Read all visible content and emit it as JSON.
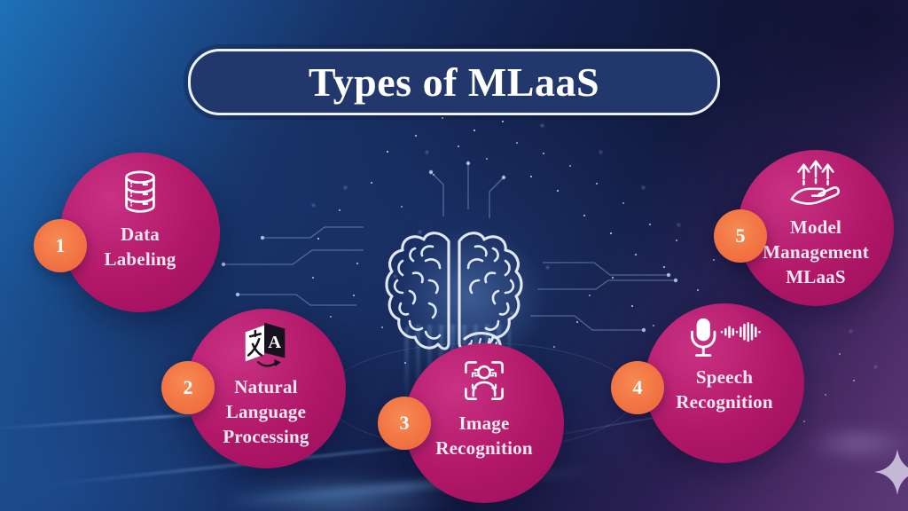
{
  "page": {
    "title": "Types of MLaaS"
  },
  "nodes": [
    {
      "number": "1",
      "icon": "database-icon",
      "lines": [
        "Data",
        "Labeling"
      ]
    },
    {
      "number": "2",
      "icon": "translation-icon",
      "lines": [
        "Natural",
        "Language",
        "Processing"
      ]
    },
    {
      "number": "3",
      "icon": "face-scan-icon",
      "lines": [
        "Image",
        "Recognition"
      ]
    },
    {
      "number": "4",
      "icon": "microphone-wave-icon",
      "lines": [
        "Speech",
        "Recognition"
      ]
    },
    {
      "number": "5",
      "icon": "hand-growth-icon",
      "lines": [
        "Model",
        "Management",
        "MLaaS"
      ]
    }
  ],
  "icon_text": {
    "translation_letter": "A"
  },
  "colors": {
    "node_magenta": "#b01767",
    "badge_orange": "#f1713f",
    "title_box_navy": "#22386d",
    "bg_blue": "#1e71b8",
    "bg_navy": "#121a40",
    "bg_purple": "#5d3a77",
    "label_text": "#f8e9f3",
    "line_art": "#ffffff"
  }
}
